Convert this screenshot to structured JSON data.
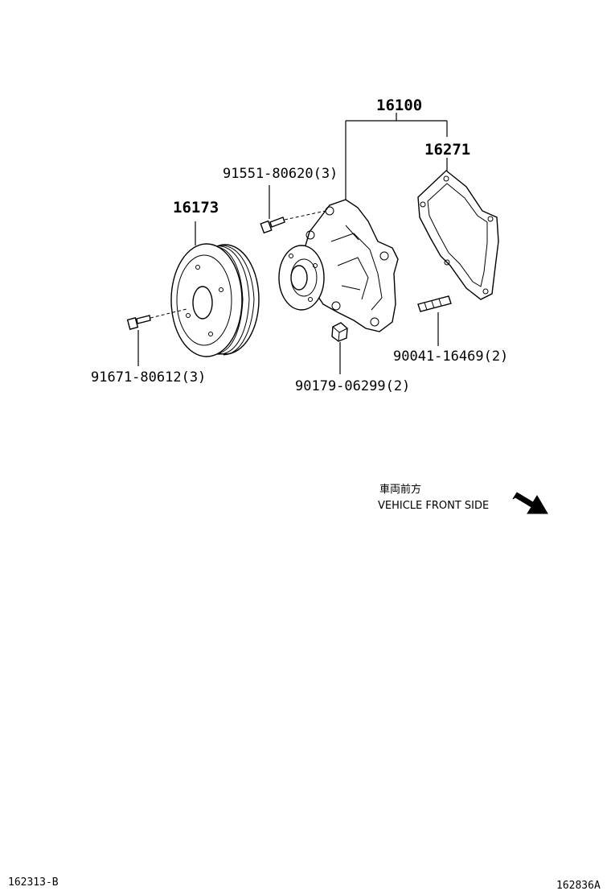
{
  "parts": {
    "assembly": "16100",
    "gasket": "16271",
    "pulley": "16173",
    "pump_bolt": "91551-80620(3)",
    "pulley_bolt": "91671-80612(3)",
    "nut": "90179-06299(2)",
    "stud": "90041-16469(2)"
  },
  "direction": {
    "japanese": "車両前方",
    "english": "VEHICLE FRONT SIDE"
  },
  "refs": {
    "bottom_left": "162313-B",
    "bottom_right": "162836A"
  }
}
